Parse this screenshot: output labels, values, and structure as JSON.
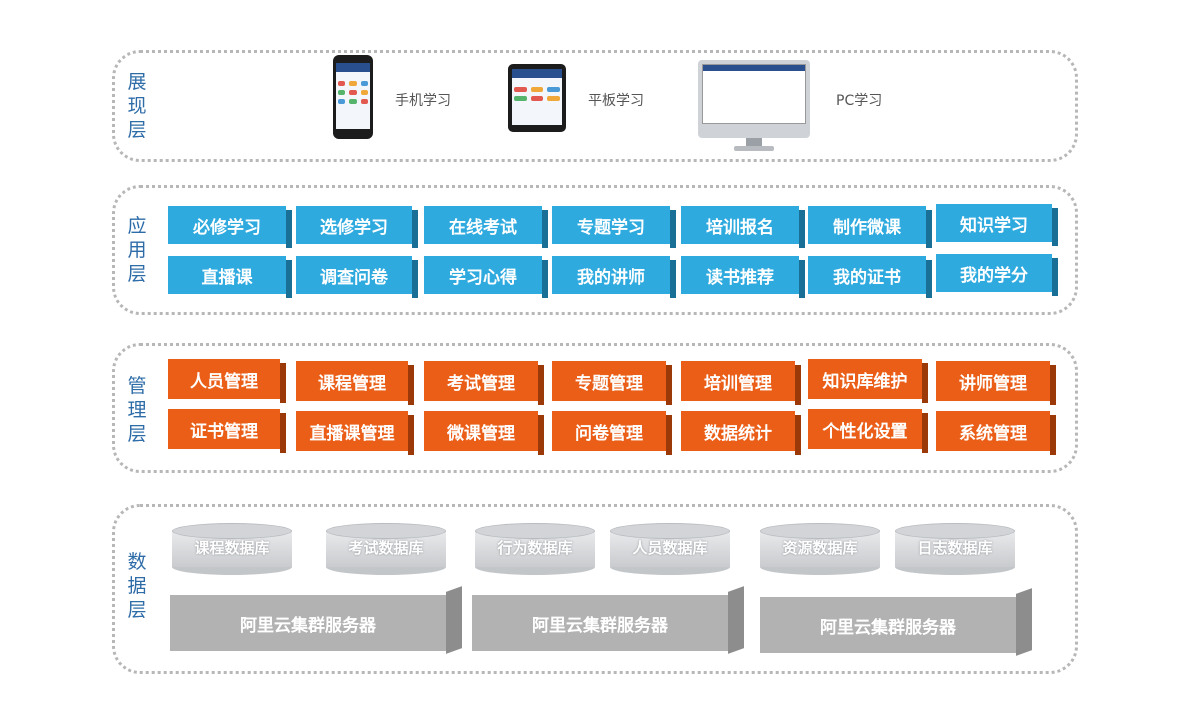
{
  "layers": {
    "presentation": {
      "label": [
        "展",
        "现",
        "层"
      ],
      "devices": {
        "phone": "手机学习",
        "tablet": "平板学习",
        "pc": "PC学习"
      }
    },
    "application": {
      "label": [
        "应",
        "用",
        "层"
      ],
      "row1": [
        "必修学习",
        "选修学习",
        "在线考试",
        "专题学习",
        "培训报名",
        "制作微课",
        "知识学习"
      ],
      "row2": [
        "直播课",
        "调查问卷",
        "学习心得",
        "我的讲师",
        "读书推荐",
        "我的证书",
        "我的学分"
      ]
    },
    "management": {
      "label": [
        "管",
        "理",
        "层"
      ],
      "row1": [
        "人员管理",
        "课程管理",
        "考试管理",
        "专题管理",
        "培训管理",
        "知识库维护",
        "讲师管理"
      ],
      "row2": [
        "证书管理",
        "直播课管理",
        "微课管理",
        "问卷管理",
        "数据统计",
        "个性化设置",
        "系统管理"
      ]
    },
    "data": {
      "label": [
        "数",
        "据",
        "层"
      ],
      "databases": [
        "课程数据库",
        "考试数据库",
        "行为数据库",
        "人员数据库",
        "资源数据库",
        "日志数据库"
      ],
      "servers": [
        "阿里云集群服务器",
        "阿里云集群服务器",
        "阿里云集群服务器"
      ]
    }
  },
  "colors": {
    "application": "#2eaadf",
    "management": "#ea5e18",
    "data": "#b2b2b2",
    "label": "#2e6ca8"
  }
}
